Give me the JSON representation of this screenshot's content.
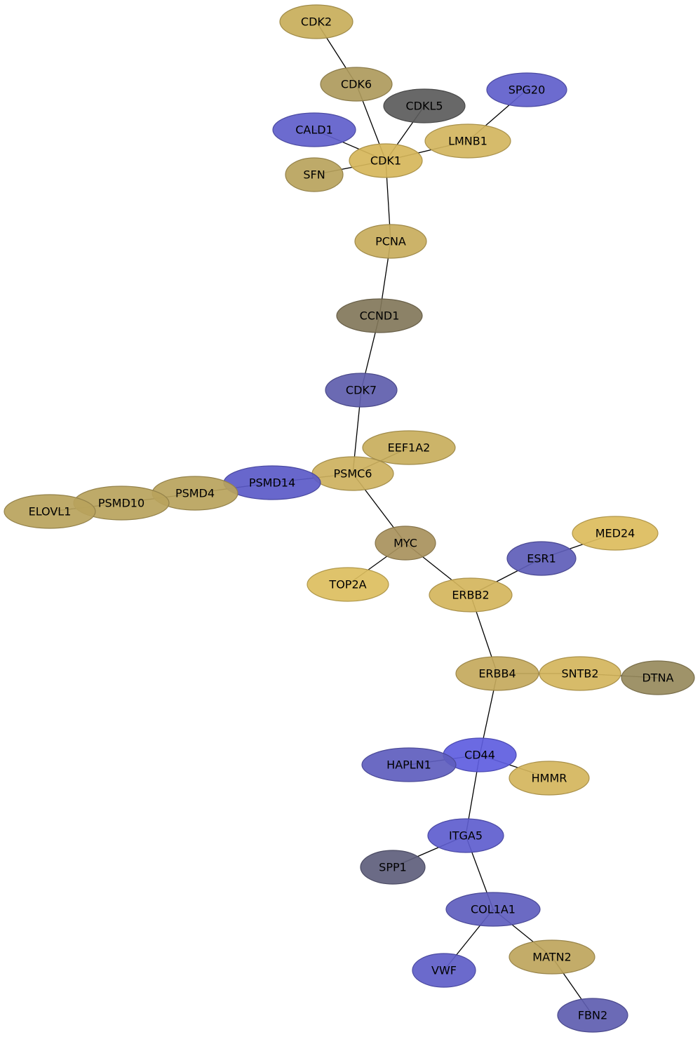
{
  "nodes": [
    {
      "id": "CDK2",
      "color": "#c8ae5a"
    },
    {
      "id": "CDK6",
      "color": "#ae9a5c"
    },
    {
      "id": "CDKL5",
      "color": "#5b5b5b"
    },
    {
      "id": "SPG20",
      "color": "#5f5ecb"
    },
    {
      "id": "CALD1",
      "color": "#5f5ecb"
    },
    {
      "id": "LMNB1",
      "color": "#d3b55e"
    },
    {
      "id": "CDK1",
      "color": "#d6b65a"
    },
    {
      "id": "SFN",
      "color": "#b9a35c"
    },
    {
      "id": "PCNA",
      "color": "#c8ad5c"
    },
    {
      "id": "CCND1",
      "color": "#82775a"
    },
    {
      "id": "CDK7",
      "color": "#5e5dac"
    },
    {
      "id": "EEF1A2",
      "color": "#c8ae5c"
    },
    {
      "id": "PSMC6",
      "color": "#cdb15e"
    },
    {
      "id": "PSMD14",
      "color": "#5b5ac8"
    },
    {
      "id": "PSMD4",
      "color": "#b9a35c"
    },
    {
      "id": "PSMD10",
      "color": "#b9a35c"
    },
    {
      "id": "ELOVL1",
      "color": "#b9a35c"
    },
    {
      "id": "MYC",
      "color": "#a8915c"
    },
    {
      "id": "TOP2A",
      "color": "#dcbe5e"
    },
    {
      "id": "MED24",
      "color": "#dcbc5c"
    },
    {
      "id": "ESR1",
      "color": "#5e5db8"
    },
    {
      "id": "ERBB2",
      "color": "#d4b55c"
    },
    {
      "id": "ERBB4",
      "color": "#c4a95c"
    },
    {
      "id": "SNTB2",
      "color": "#d4b55c"
    },
    {
      "id": "DTNA",
      "color": "#978a5c"
    },
    {
      "id": "CD44",
      "color": "#5e5de0"
    },
    {
      "id": "HAPLN1",
      "color": "#5e5dbe"
    },
    {
      "id": "HMMR",
      "color": "#d4b55c"
    },
    {
      "id": "ITGA5",
      "color": "#5e5dce"
    },
    {
      "id": "SPP1",
      "color": "#5e5e7c"
    },
    {
      "id": "COL1A1",
      "color": "#5e5dbe"
    },
    {
      "id": "VWF",
      "color": "#5e5dc8"
    },
    {
      "id": "MATN2",
      "color": "#bea55c"
    },
    {
      "id": "FBN2",
      "color": "#5e5db0"
    }
  ],
  "edges": [
    [
      "CDK2",
      "CDK6"
    ],
    [
      "CDK6",
      "CDK1"
    ],
    [
      "CDKL5",
      "CDK1"
    ],
    [
      "CALD1",
      "CDK1"
    ],
    [
      "SFN",
      "CDK1"
    ],
    [
      "LMNB1",
      "CDK1"
    ],
    [
      "SPG20",
      "LMNB1"
    ],
    [
      "CDK1",
      "PCNA"
    ],
    [
      "PCNA",
      "CCND1"
    ],
    [
      "CCND1",
      "CDK7"
    ],
    [
      "CDK7",
      "PSMC6"
    ],
    [
      "PSMC6",
      "MYC"
    ],
    [
      "PSMC6",
      "PSMD14"
    ],
    [
      "PSMD14",
      "PSMD4"
    ],
    [
      "PSMD4",
      "PSMD10"
    ],
    [
      "PSMD10",
      "ELOVL1"
    ],
    [
      "PSMC6",
      "EEF1A2"
    ],
    [
      "MYC",
      "TOP2A"
    ],
    [
      "MYC",
      "ERBB2"
    ],
    [
      "ERBB2",
      "ESR1"
    ],
    [
      "ESR1",
      "MED24"
    ],
    [
      "ERBB2",
      "ERBB4"
    ],
    [
      "ERBB4",
      "SNTB2"
    ],
    [
      "SNTB2",
      "DTNA"
    ],
    [
      "ERBB4",
      "CD44"
    ],
    [
      "CD44",
      "HAPLN1"
    ],
    [
      "CD44",
      "HMMR"
    ],
    [
      "CD44",
      "ITGA5"
    ],
    [
      "ITGA5",
      "SPP1"
    ],
    [
      "ITGA5",
      "COL1A1"
    ],
    [
      "COL1A1",
      "VWF"
    ],
    [
      "COL1A1",
      "MATN2"
    ],
    [
      "MATN2",
      "FBN2"
    ]
  ]
}
